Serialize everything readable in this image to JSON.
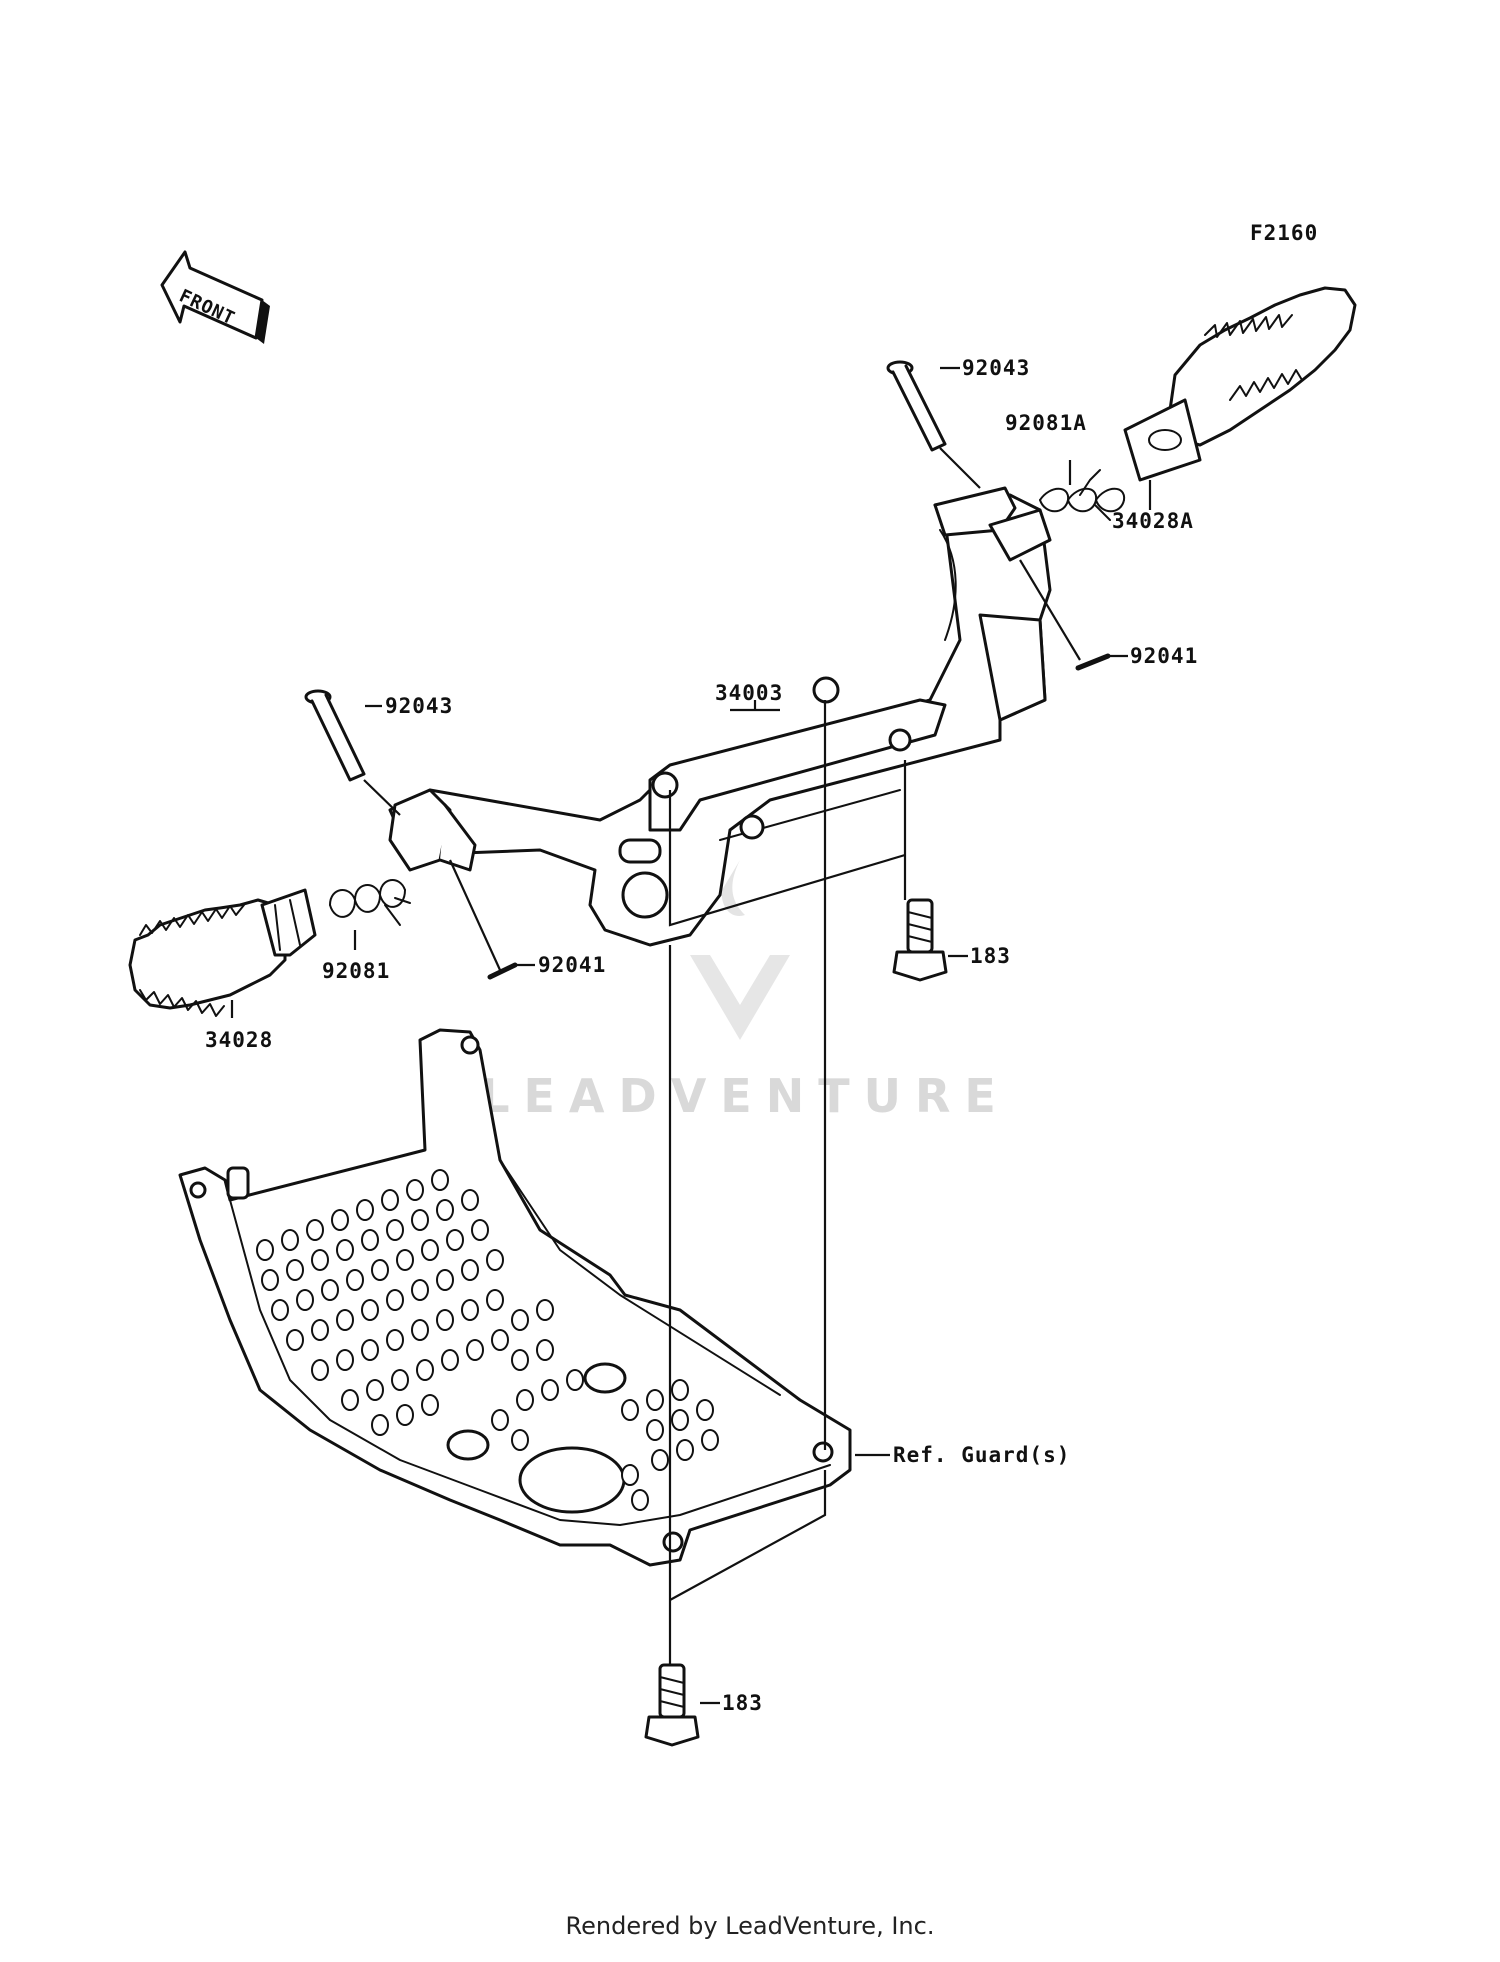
{
  "diagram_code": "F2160",
  "front_arrow_label": "FRONT",
  "watermark": "LEADVENTURE",
  "callouts": {
    "pin_right": "92043",
    "spring_right": "92081A",
    "footpeg_right": "34028A",
    "cotter_right": "92041",
    "bracket": "34003",
    "pin_left": "92043",
    "spring_left": "92081",
    "cotter_left": "92041",
    "footpeg_left": "34028",
    "bolt_upper": "183",
    "ref_guard": "Ref. Guard(s)",
    "bolt_lower": "183"
  },
  "footer": "Rendered by LeadVenture, Inc."
}
